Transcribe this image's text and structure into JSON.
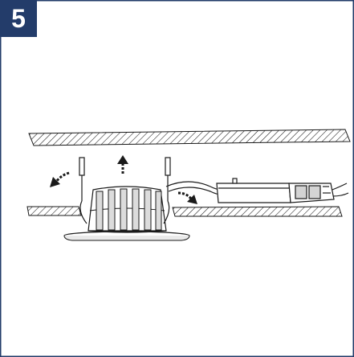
{
  "step": {
    "number": "5"
  },
  "colors": {
    "frame": "#233c6a",
    "badge_background": "#233c6a",
    "badge_text": "#ffffff",
    "line_art": "#1a1a1a",
    "background": "#ffffff"
  },
  "illustration": {
    "elements": [
      "ceiling-board-top",
      "ceiling-board-bottom",
      "downlight-fixture",
      "spring-clip-left",
      "spring-clip-right",
      "arrow-up",
      "arrow-out-left",
      "arrow-out-right",
      "driver-box",
      "connector-block",
      "cable"
    ]
  }
}
